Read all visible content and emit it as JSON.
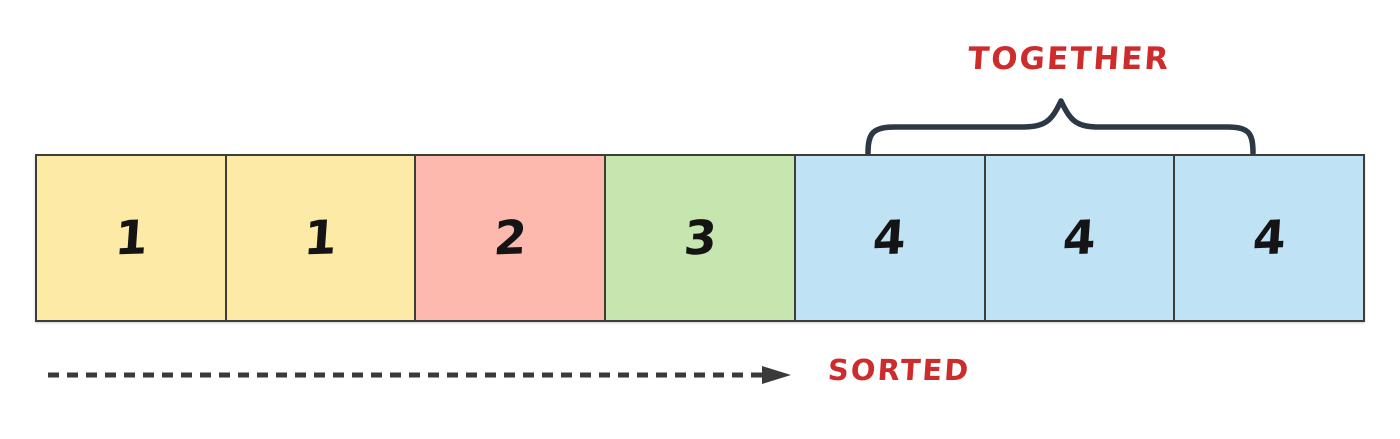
{
  "diagram": {
    "title_hint": "sorted array with duplicates grouped together",
    "cells": [
      {
        "value": "1",
        "color": "#FCEAA6"
      },
      {
        "value": "1",
        "color": "#FCEAA6"
      },
      {
        "value": "2",
        "color": "#FDB9AE"
      },
      {
        "value": "3",
        "color": "#C6E5AF"
      },
      {
        "value": "4",
        "color": "#BFE2F5"
      },
      {
        "value": "4",
        "color": "#BFE2F5"
      },
      {
        "value": "4",
        "color": "#BFE2F5"
      }
    ],
    "together_label": "TOGETHER",
    "sorted_label": "SORTED",
    "icons": {
      "brace": "curly-brace-icon",
      "arrow": "dashed-right-arrow-icon"
    },
    "colors": {
      "label_red": "#CE2C2C",
      "brace": "#2C3845",
      "arrow": "#3A3A3A",
      "cell_border": "#3E3E38",
      "digit": "#141414",
      "background": "#FFFFFF"
    }
  }
}
